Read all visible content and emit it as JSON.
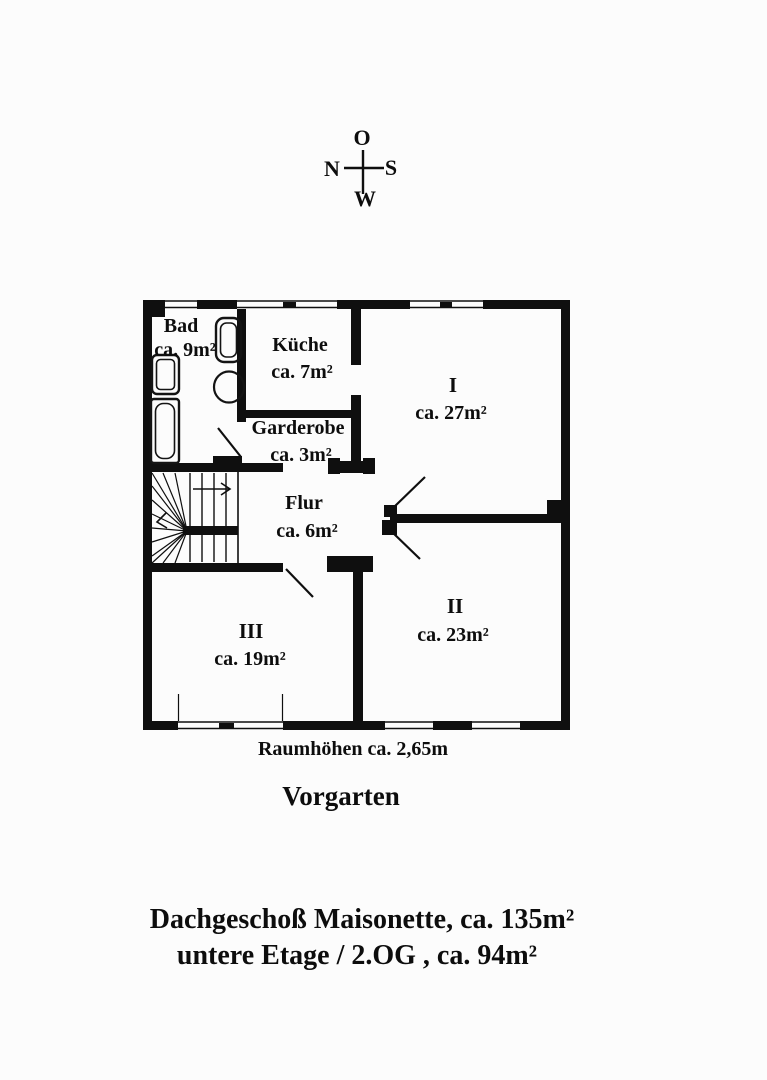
{
  "page": {
    "background": "#fcfcfc",
    "ink": "#0f0f0f"
  },
  "compass": {
    "top": "O",
    "left": "N",
    "right": "S",
    "bottom": "W"
  },
  "rooms": [
    {
      "name": "Bad",
      "area": "ca. 9m²"
    },
    {
      "name": "Küche",
      "area": "ca. 7m²"
    },
    {
      "name": "Garderobe",
      "area": "ca. 3m²"
    },
    {
      "name": "I",
      "area": "ca. 27m²"
    },
    {
      "name": "Flur",
      "area": "ca. 6m²"
    },
    {
      "name": "II",
      "area": "ca. 23m²"
    },
    {
      "name": "III",
      "area": "ca. 19m²"
    }
  ],
  "annotations": {
    "room_height": "Raumhöhen ca. 2,65m",
    "front_garden": "Vorgarten"
  },
  "title": {
    "line1": "Dachgeschoß Maisonette, ca. 135m²",
    "line2": "untere Etage / 2.OG , ca. 94m²"
  }
}
